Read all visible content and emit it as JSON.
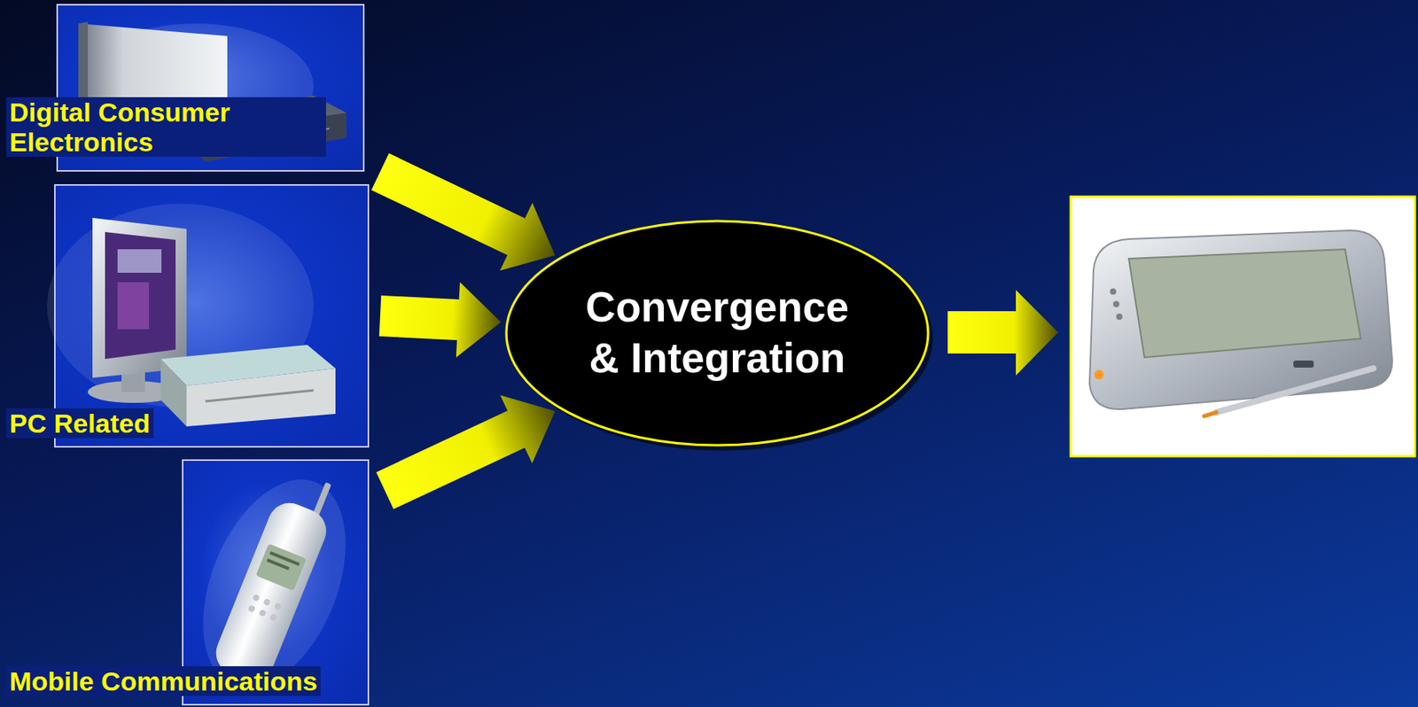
{
  "diagram": {
    "nodes": [
      {
        "text": [
          "Digital Consumer Electronics"
        ]
      },
      {
        "text": [
          "PC Related"
        ]
      },
      {
        "text": [
          "Mobile Communications"
        ]
      },
      {
        "text": [
          "Convergence & Integration"
        ]
      }
    ],
    "edges": [
      {
        "from": 0,
        "to": 3,
        "arrow": "to"
      },
      {
        "from": 1,
        "to": 3,
        "arrow": "to"
      },
      {
        "from": 2,
        "to": 3,
        "arrow": "to"
      }
    ]
  }
}
